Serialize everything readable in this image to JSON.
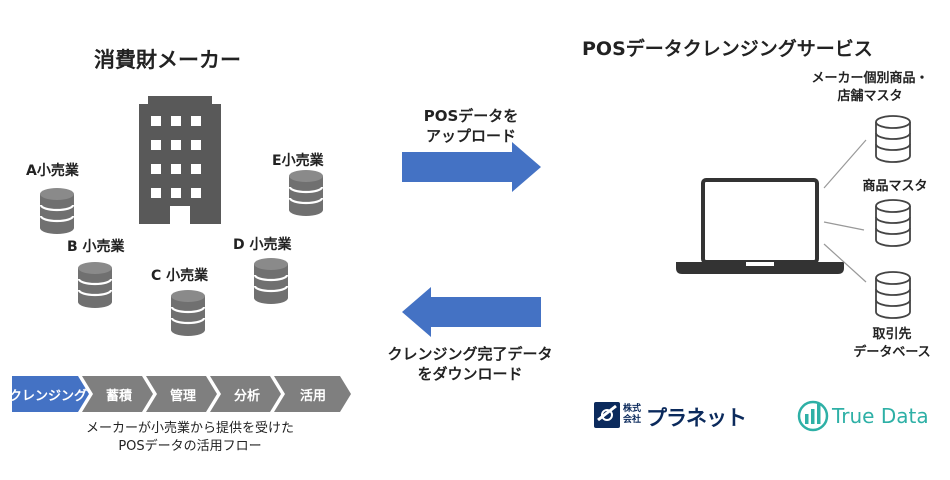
{
  "left": {
    "title": "消費財メーカー",
    "retailers": {
      "a": "A小売業",
      "b": "B 小売業",
      "c": "C 小売業",
      "d": "D 小売業",
      "e": "E小売業"
    },
    "flow_steps": [
      "クレンジング",
      "蓄積",
      "管理",
      "分析",
      "活用"
    ],
    "caption_line1": "メーカーが小売業から提供を受けた",
    "caption_line2": "POSデータの活用フロー"
  },
  "middle": {
    "upload_line1": "POSデータを",
    "upload_line2": "アップロード",
    "download_line1": "クレンジング完了データ",
    "download_line2": "をダウンロード"
  },
  "right": {
    "title": "POSデータクレンジングサービス",
    "db1_line1": "メーカー個別商品・",
    "db1_line2": "店舗マスタ",
    "db2": "商品マスタ",
    "db3_line1": "取引先",
    "db3_line2": "データベース"
  },
  "logos": {
    "planet_small_1": "株式",
    "planet_small_2": "会社",
    "planet_name": "プラネット",
    "truedata_name": "True Data"
  },
  "colors": {
    "arrow_blue": "#4472c4",
    "building_gray": "#595959",
    "db_gray": "#707070",
    "step_active": "#4472c4",
    "step_inactive": "#7f7f7f",
    "truedata_teal": "#2eb0a6",
    "planet_navy": "#0b2a5c"
  }
}
